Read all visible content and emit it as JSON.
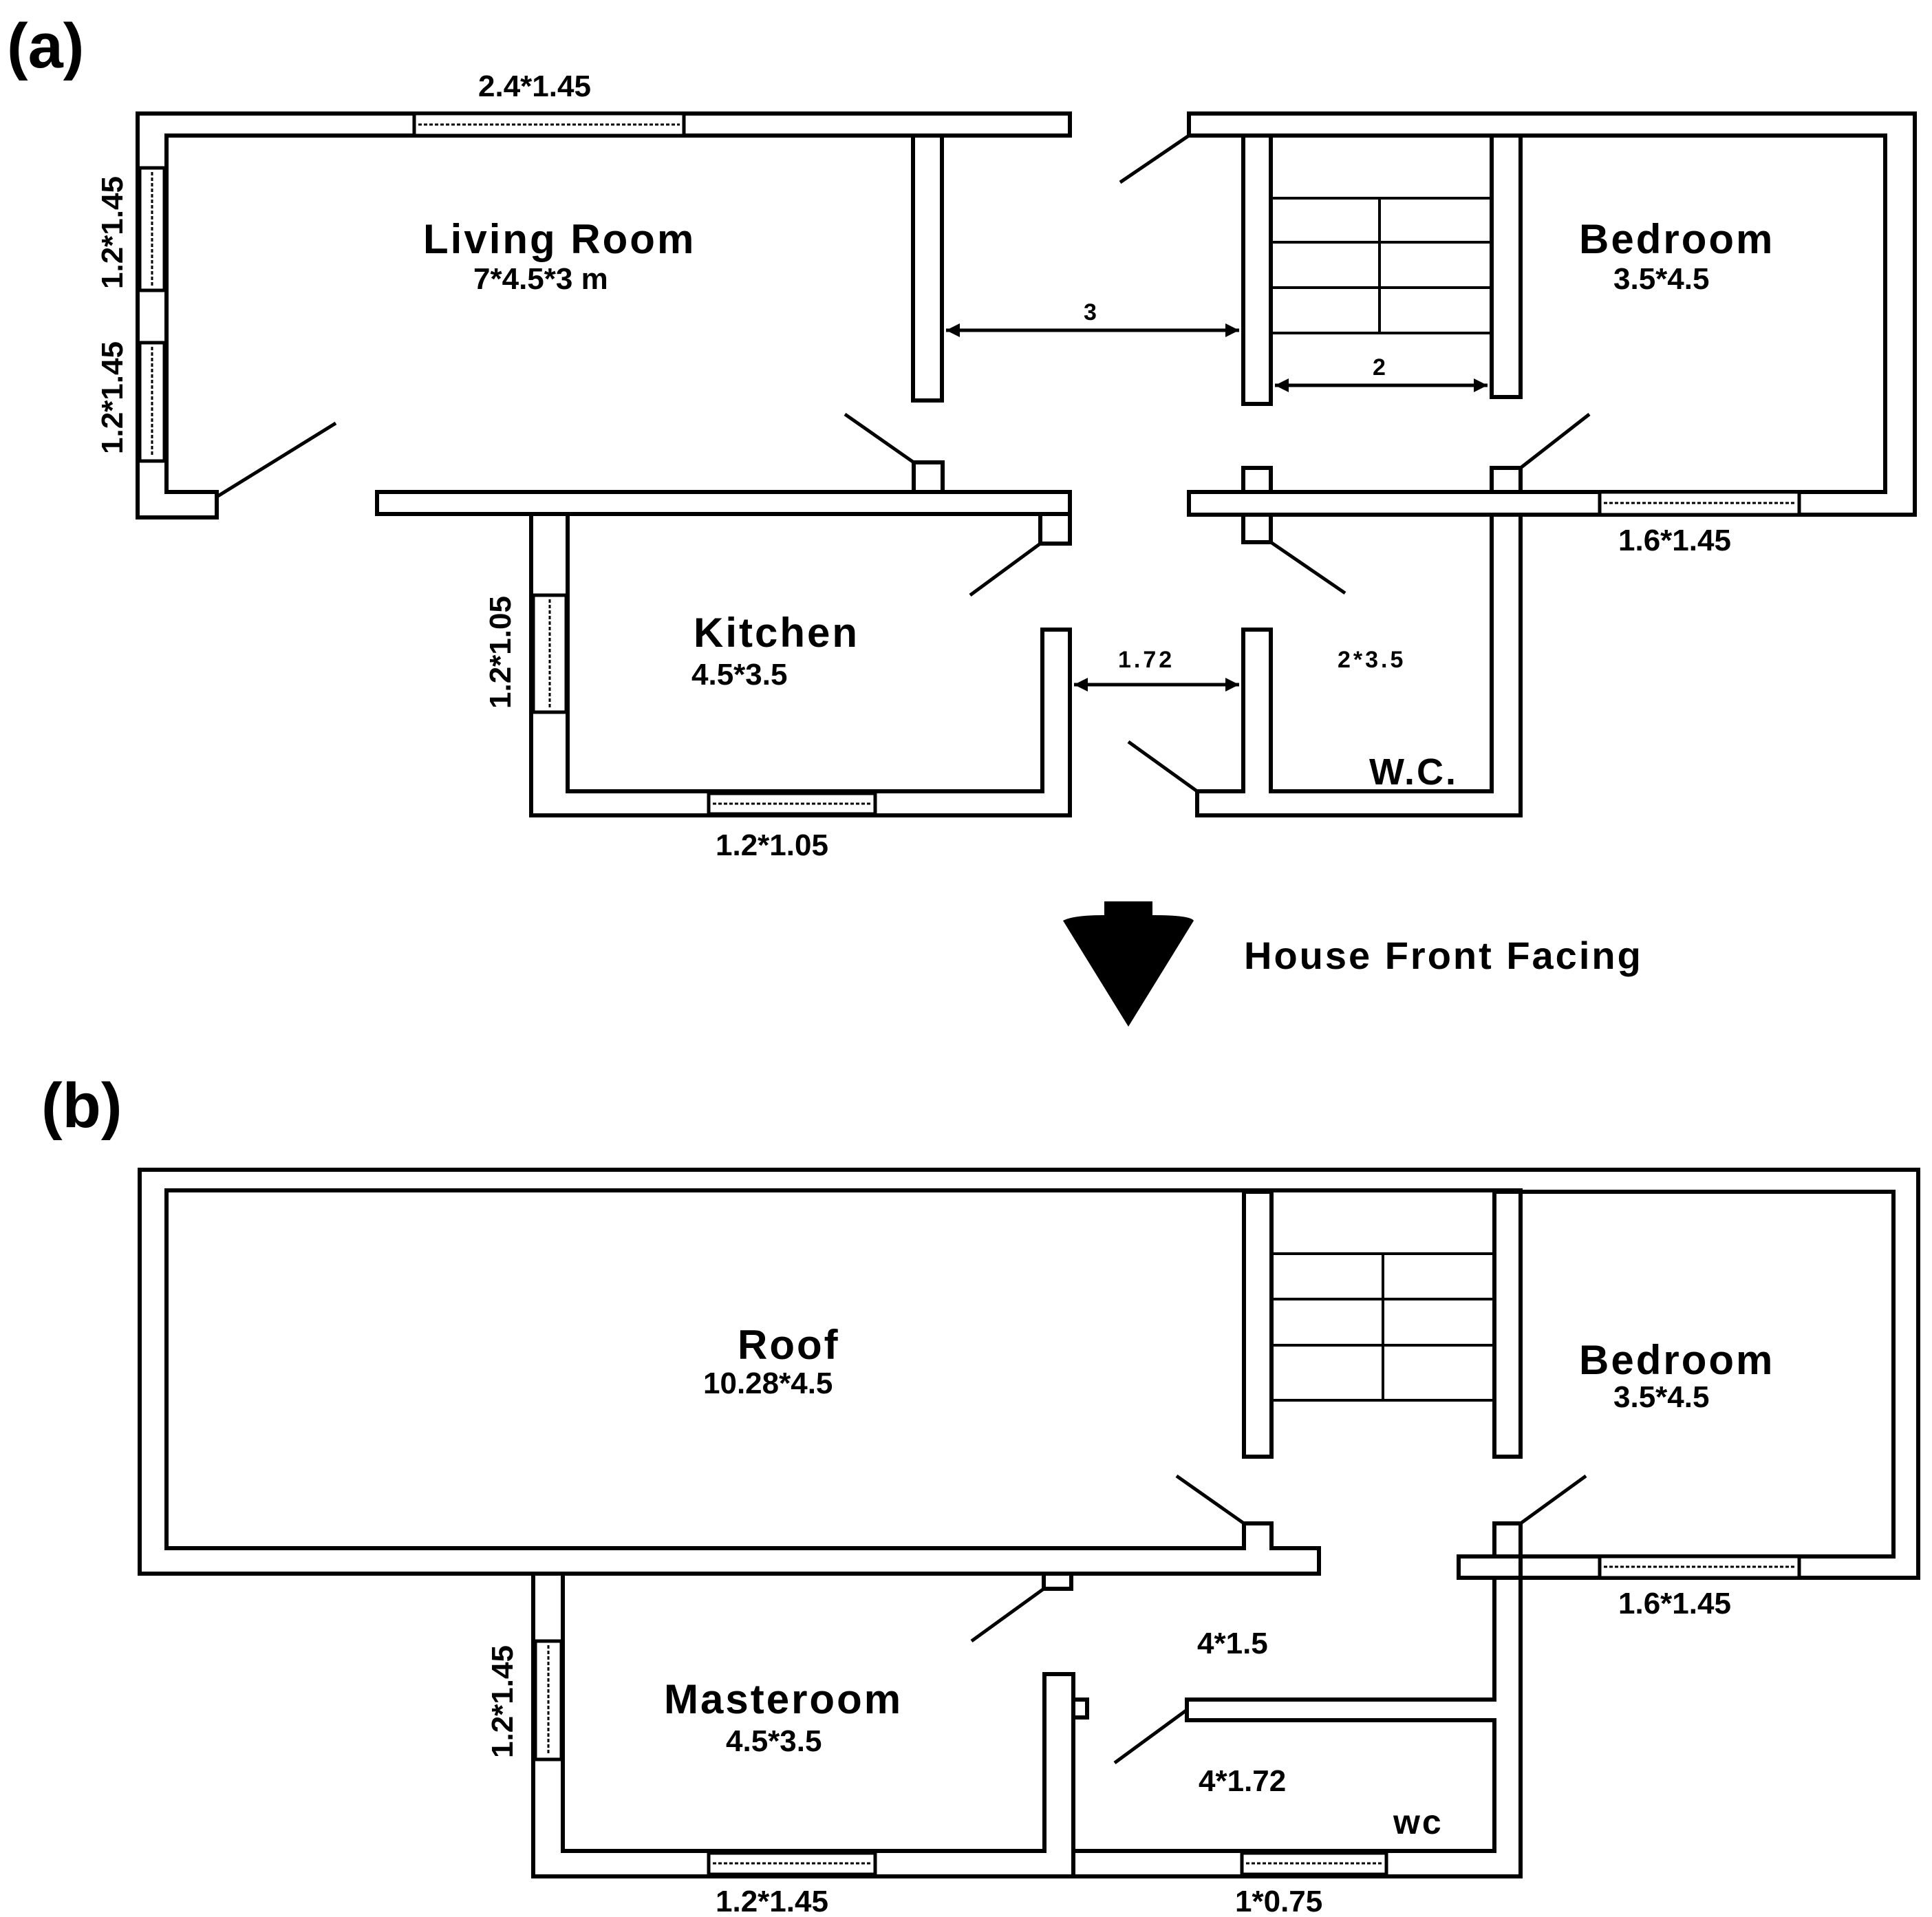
{
  "panels": {
    "a": "(a)",
    "b": "(b)"
  },
  "ground_floor": {
    "living_room": {
      "name": "Living Room",
      "size": "7*4.5*3 m"
    },
    "bedroom": {
      "name": "Bedroom",
      "size": "3.5*4.5"
    },
    "kitchen": {
      "name": "Kitchen",
      "size": "4.5*3.5"
    },
    "wc": {
      "name": "W.C.",
      "size": "2*3.5"
    },
    "dims": {
      "corridor": "3",
      "stair": "2",
      "passage": "1.72"
    },
    "windows": {
      "living_top": "2.4*1.45",
      "living_left_1": "1.2*1.45",
      "living_left_2": "1.2*1.45",
      "bedroom_bottom": "1.6*1.45",
      "kitchen_left": "1.2*1.05",
      "kitchen_bottom": "1.2*1.05"
    }
  },
  "orientation": {
    "label": "House Front Facing"
  },
  "first_floor": {
    "roof": {
      "name": "Roof",
      "size": "10.28*4.5"
    },
    "bedroom": {
      "name": "Bedroom",
      "size": "3.5*4.5"
    },
    "masteroom": {
      "name": "Masteroom",
      "size": "4.5*3.5"
    },
    "hall": {
      "size": "4*1.5"
    },
    "wc": {
      "name": "wc",
      "size": "4*1.72"
    },
    "windows": {
      "bedroom_bottom": "1.6*1.45",
      "master_left": "1.2*1.45",
      "master_bottom": "1.2*1.45",
      "wc_bottom": "1*0.75"
    }
  }
}
